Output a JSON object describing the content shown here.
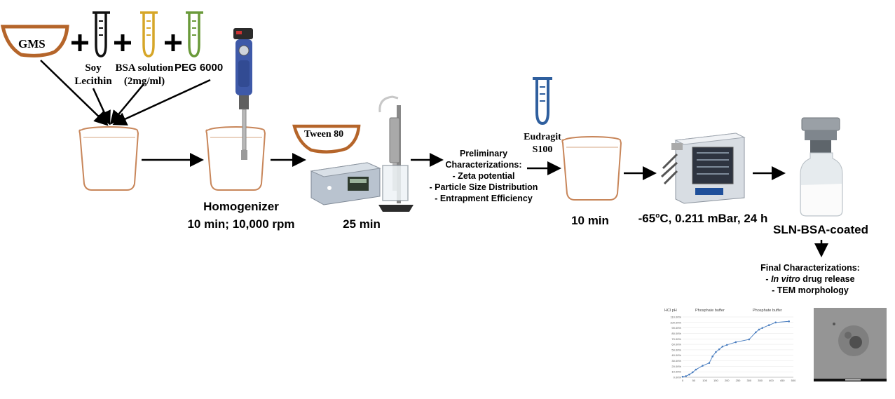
{
  "ingredients": {
    "gms": "GMS",
    "soy_lecithin_1": "Soy",
    "soy_lecithin_2": "Lecithin",
    "bsa_1": "BSA solution",
    "bsa_2": "(2mg/ml)",
    "peg": "PEG 6000"
  },
  "steps": {
    "homogenizer_title": "Homogenizer",
    "homogenizer_params": "10 min; 10,000 rpm",
    "tween": "Tween 80",
    "sonication_time": "25 min",
    "eudragit_1": "Eudragit",
    "eudragit_2": "S100",
    "mix_time": "10 min",
    "lyo_prefix": "-65",
    "lyo_deg": "o",
    "lyo_suffix": "C, 0.211 mBar, 24 h",
    "product": "SLN-BSA-coated"
  },
  "preliminary": {
    "title_1": "Preliminary",
    "title_2": "Characterizations:",
    "items": [
      "- Zeta potential",
      "- Particle Size Distribution",
      "- Entrapment Efficiency"
    ]
  },
  "final": {
    "title": "Final Characterizations:",
    "item1_prefix": "- ",
    "item1_italic": "In vitro",
    "item1_suffix": " drug release",
    "item2": "- TEM morphology"
  },
  "colors": {
    "bowl": "#b5652a",
    "beaker": "#c8865a",
    "tube_black": "#111111",
    "tube_yellow": "#d6a628",
    "tube_green": "#6a9a3a",
    "tube_blue": "#2f5f9e",
    "chart_line": "#4a7ec0"
  },
  "chart_data": {
    "type": "line",
    "labels": [
      "HCl pH",
      "Phosphate buffer",
      "Phosphate buffer"
    ],
    "ylim": [
      0,
      110
    ],
    "y_ticks": [
      "0.00%",
      "10.00%",
      "20.00%",
      "30.00%",
      "40.00%",
      "50.00%",
      "60.00%",
      "70.00%",
      "80.00%",
      "90.00%",
      "100.00%",
      "110.00%"
    ],
    "xlim": [
      0,
      500
    ],
    "x_ticks": [
      "0",
      "50",
      "100",
      "150",
      "200",
      "250",
      "300",
      "350",
      "400",
      "450",
      "500"
    ],
    "series": [
      {
        "x": [
          0,
          15,
          30,
          45,
          60,
          90,
          120,
          135,
          150,
          165,
          180,
          200,
          240,
          300,
          330,
          345,
          360,
          390,
          420,
          480
        ],
        "y": [
          1,
          2,
          5,
          9,
          14,
          21,
          26,
          38,
          46,
          51,
          56,
          59,
          64,
          69,
          82,
          87,
          90,
          95,
          100,
          102
        ]
      }
    ]
  }
}
